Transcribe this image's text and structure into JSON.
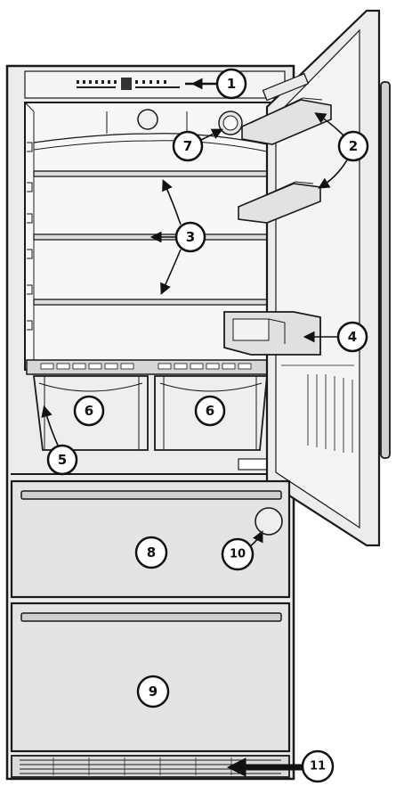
{
  "callouts": {
    "c1": "1",
    "c2": "2",
    "c3": "3",
    "c4": "4",
    "c5": "5",
    "c6a": "6",
    "c6b": "6",
    "c7": "7",
    "c8": "8",
    "c9": "9",
    "c10": "10",
    "c11": "11"
  },
  "colors": {
    "outline": "#1a1a1a",
    "body_fill": "#ececec",
    "interior_fill": "#f7f7f7",
    "drawer_fill": "#e4e4e4",
    "callout_fill": "#ffffff"
  }
}
